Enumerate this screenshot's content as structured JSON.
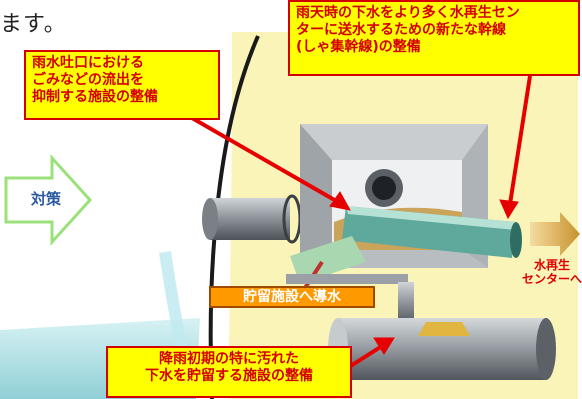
{
  "lead_text": "ます。",
  "countermeasure_label": "対策",
  "callouts": {
    "top_right": [
      "雨天時の下水をより多く水再生セン",
      "ターに送水するための新たな幹線",
      "(しゃ集幹線)の整備"
    ],
    "left": [
      "雨水吐口における",
      "ごみなどの流出を",
      "抑制する施設の整備"
    ],
    "bottom": [
      "降雨初期の特に汚れた",
      "下水を貯留する施設の整備"
    ],
    "storage": "貯留施設へ導水"
  },
  "destination": [
    "水再生",
    "センターへ"
  ],
  "colors": {
    "callout_fill": "#ffff00",
    "callout_text": "#d40000",
    "storage_fill": "#ff9900",
    "arrow_red": "#e60000",
    "countermeasure_arrow": "#9be07a",
    "background_yellow": "#fbf4b8"
  }
}
